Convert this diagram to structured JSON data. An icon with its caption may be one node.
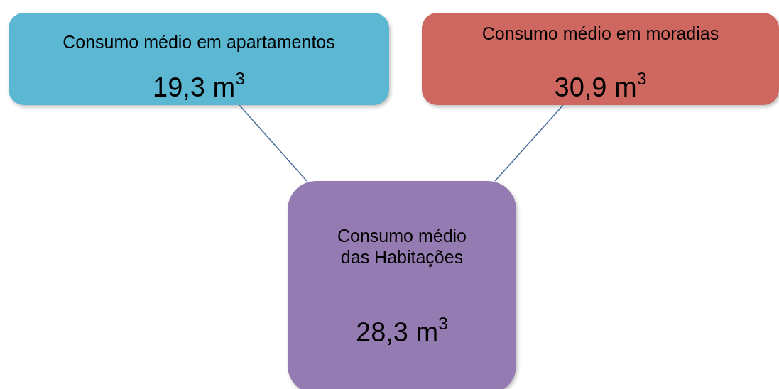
{
  "diagram": {
    "nodes": [
      {
        "text": [
          "Consumo médio em apartamentos",
          "19,3 m$^{3}$"
        ]
      },
      {
        "text": [
          "Consumo médio em moradias",
          "30,9 m$^{3}$"
        ]
      },
      {
        "text": [
          "Consumo médio das Habitações",
          "28,3 m$^{3}$"
        ]
      }
    ],
    "edges": [
      {
        "from": 0,
        "to": 2,
        "arrow": "none"
      },
      {
        "from": 1,
        "to": 2,
        "arrow": "none"
      }
    ]
  }
}
